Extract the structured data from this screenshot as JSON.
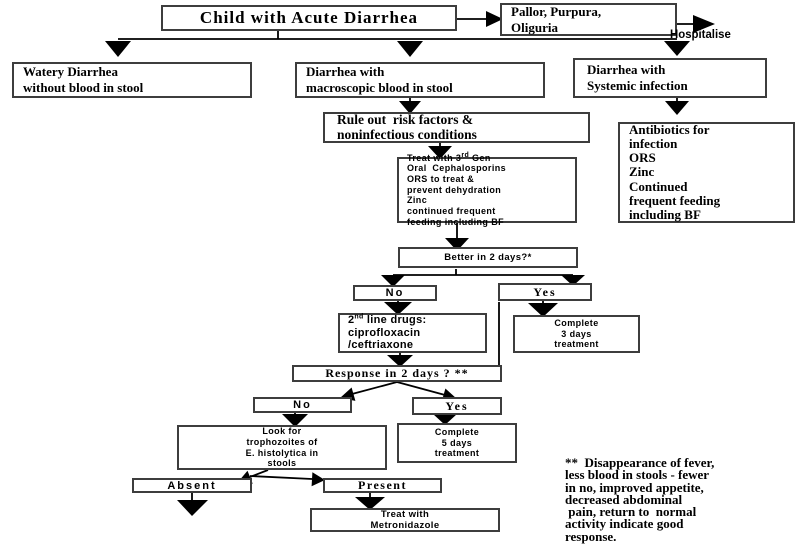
{
  "title": {
    "label": "Child with Acute Diarrhea"
  },
  "hospitalise": {
    "label": "Hospitalise"
  },
  "boxes": {
    "pallor": "Pallor, Purpura,\nOliguria",
    "watery": "Watery Diarrhea\nwithout blood in stool",
    "macroscopic": "Diarrhea with\nmacroscopic blood in stool",
    "systemic": "Diarrhea with\nSystemic infection",
    "antibiotics": "Antibiotics for\ninfection\nORS\nZinc\nContinued\nfrequent feeding\nincluding BF",
    "rule_out": "Rule out  risk factors &\nnoninfectious conditions",
    "treat_3gen": {
      "prefix": "Treat with 3",
      "sup": "rd",
      "line1_rest": " Gen",
      "rest": "Oral  Cephalosporins\nORS to treat &\nprevent dehydration\nZinc\ncontinued frequent\nfeeding including BF"
    },
    "better_2days": "Better in 2 days?*",
    "no1": "No",
    "yes1": "Yes",
    "second_line": {
      "prefix": "2",
      "sup": "nd",
      "line1_rest": " line drugs:",
      "rest": "ciprofloxacin\n/ceftriaxone"
    },
    "complete_3days": "Complete\n3 days\ntreatment",
    "response_2days": "Response in 2 days ? **",
    "no2": "No",
    "yes2": "Yes",
    "look_for": "Look for\ntrophozoites of\nE. histolytica in\nstools",
    "complete_5days": "Complete\n5 days\ntreatment",
    "absent": "Absent",
    "present": "Present",
    "metronidazole": "Treat with\nMetronidazole"
  },
  "note": "**  Disappearance of fever,\nless blood in stools - fewer\nin no, improved appetite,\ndecreased abdominal\n pain, return to  normal\nactivity indicate good\nresponse.",
  "colors": {
    "line": "#000000",
    "border": "#3d3d3d",
    "text": "#000000",
    "background": "#ffffff"
  }
}
